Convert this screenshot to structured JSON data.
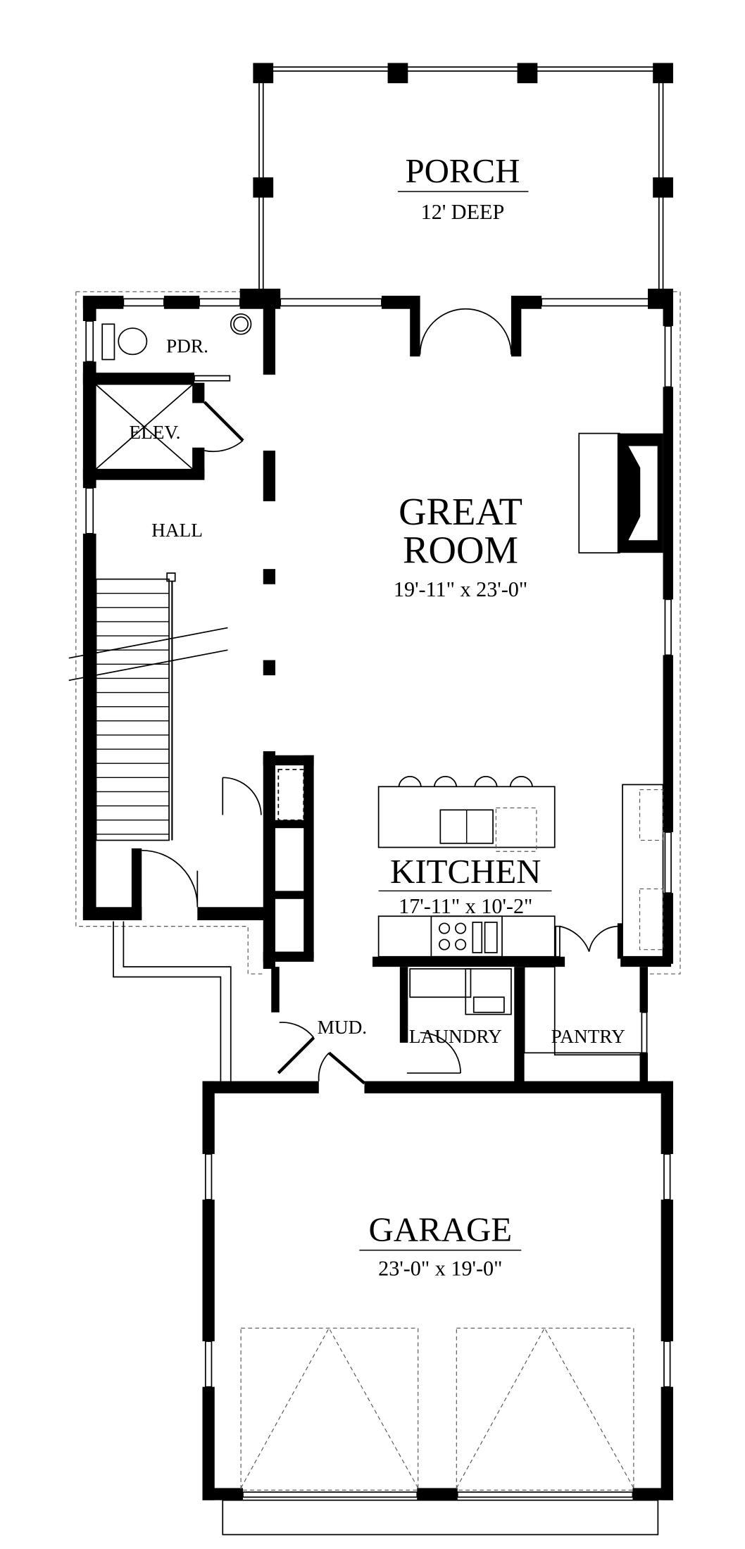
{
  "rooms": {
    "porch": {
      "name": "PORCH",
      "size": "12' DEEP"
    },
    "great_room": {
      "name_line1": "GREAT",
      "name_line2": "ROOM",
      "size": "19'-11\" x 23'-0\""
    },
    "kitchen": {
      "name": "KITCHEN",
      "size": "17'-11\" x 10'-2\""
    },
    "garage": {
      "name": "GARAGE",
      "size": "23'-0\" x 19'-0\""
    },
    "hall": {
      "name": "HALL"
    },
    "powder": {
      "name": "PDR."
    },
    "elevator": {
      "name": "ELEV."
    },
    "mud": {
      "name": "MUD."
    },
    "laundry": {
      "name": "LAUNDRY"
    },
    "pantry": {
      "name": "PANTRY"
    }
  },
  "colors": {
    "ink": "#000000",
    "background": "#ffffff"
  }
}
